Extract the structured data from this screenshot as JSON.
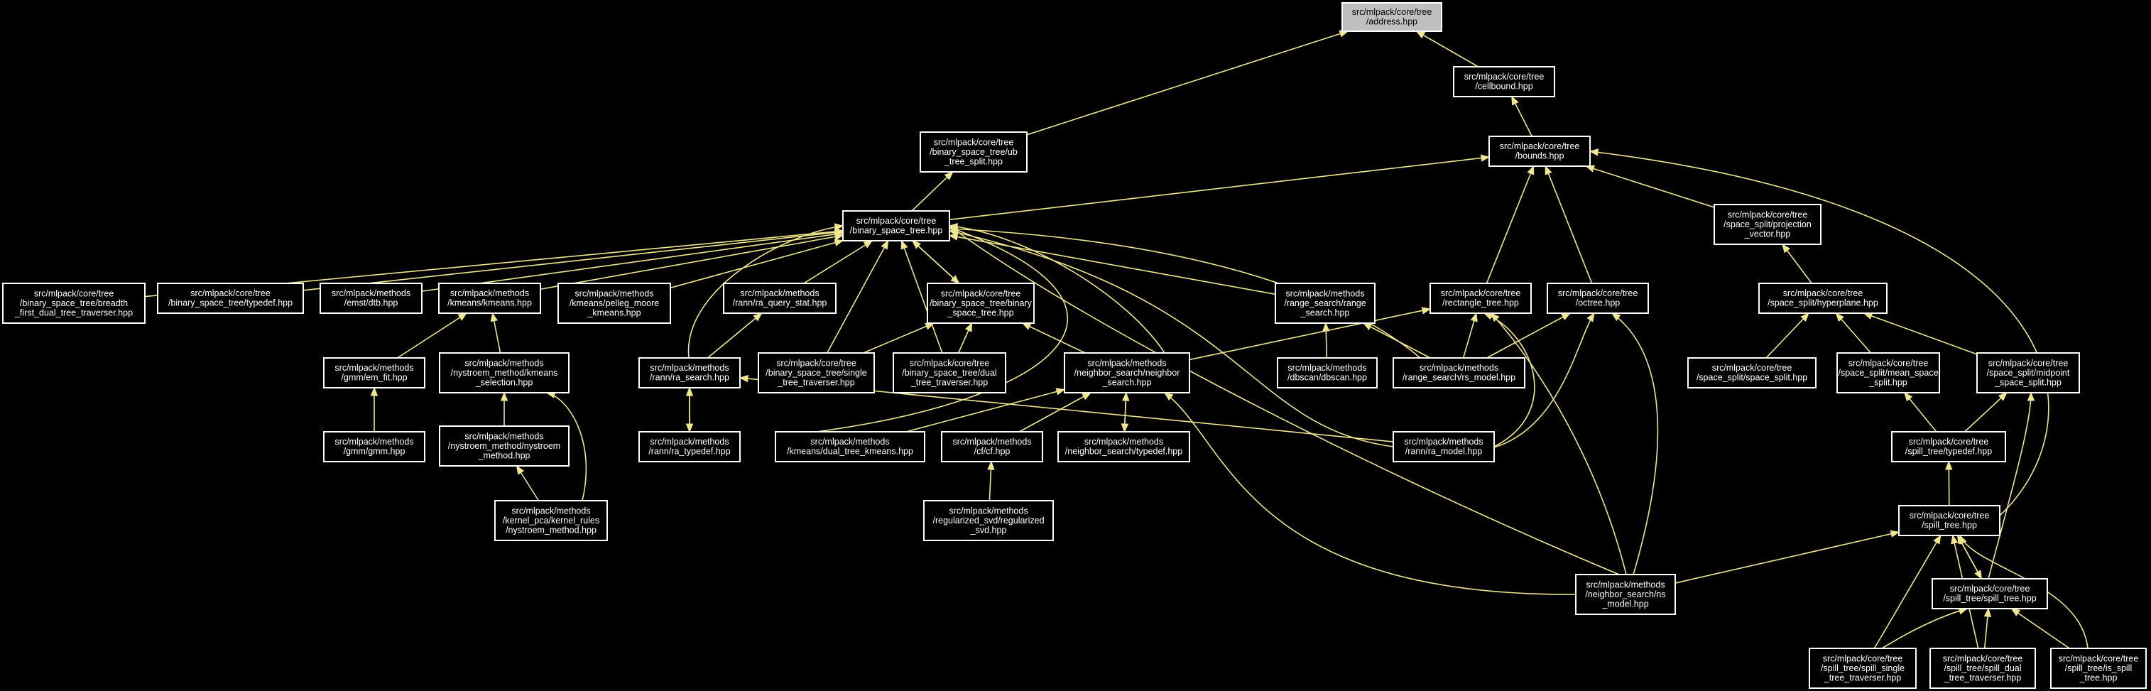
{
  "colors": {
    "background": "#000000",
    "edge": "#f0e68c",
    "node_border": "#ffffff",
    "node_text": "#ffffff",
    "root_fill": "#bfbfbf"
  },
  "nodes": [
    {
      "id": "address",
      "root": true,
      "lines": [
        "src/mlpack/core/tree",
        "/address.hpp"
      ]
    },
    {
      "id": "cellbound",
      "lines": [
        "src/mlpack/core/tree",
        "/cellbound.hpp"
      ]
    },
    {
      "id": "ub_split",
      "lines": [
        "src/mlpack/core/tree",
        "/binary_space_tree/ub",
        "_tree_split.hpp"
      ]
    },
    {
      "id": "bounds",
      "lines": [
        "src/mlpack/core/tree",
        "/bounds.hpp"
      ]
    },
    {
      "id": "bst",
      "lines": [
        "src/mlpack/core/tree",
        "/binary_space_tree.hpp"
      ]
    },
    {
      "id": "projection",
      "lines": [
        "src/mlpack/core/tree",
        "/space_split/projection",
        "_vector.hpp"
      ]
    },
    {
      "id": "breadth",
      "lines": [
        "src/mlpack/core/tree",
        "/binary_space_tree/breadth",
        "_first_dual_tree_traverser.hpp"
      ]
    },
    {
      "id": "bst_typedef",
      "lines": [
        "src/mlpack/core/tree",
        "/binary_space_tree/typedef.hpp"
      ]
    },
    {
      "id": "dtb",
      "lines": [
        "src/mlpack/methods",
        "/emst/dtb.hpp"
      ]
    },
    {
      "id": "kmeans",
      "lines": [
        "src/mlpack/methods",
        "/kmeans/kmeans.hpp"
      ]
    },
    {
      "id": "pelleg",
      "lines": [
        "src/mlpack/methods",
        "/kmeans/pelleg_moore",
        "_kmeans.hpp"
      ]
    },
    {
      "id": "ra_query_stat",
      "lines": [
        "src/mlpack/methods",
        "/rann/ra_query_stat.hpp"
      ]
    },
    {
      "id": "bst_binary",
      "lines": [
        "src/mlpack/core/tree",
        "/binary_space_tree/binary",
        "_space_tree.hpp"
      ]
    },
    {
      "id": "range_search",
      "lines": [
        "src/mlpack/methods",
        "/range_search/range",
        "_search.hpp"
      ]
    },
    {
      "id": "rectangle",
      "lines": [
        "src/mlpack/core/tree",
        "/rectangle_tree.hpp"
      ]
    },
    {
      "id": "octree",
      "lines": [
        "src/mlpack/core/tree",
        "/octree.hpp"
      ]
    },
    {
      "id": "hyperplane",
      "lines": [
        "src/mlpack/core/tree",
        "/space_split/hyperplane.hpp"
      ]
    },
    {
      "id": "em_fit",
      "lines": [
        "src/mlpack/methods",
        "/gmm/em_fit.hpp"
      ]
    },
    {
      "id": "kmeans_sel",
      "lines": [
        "src/mlpack/methods",
        "/nystroem_method/kmeans",
        "_selection.hpp"
      ]
    },
    {
      "id": "ra_search",
      "lines": [
        "src/mlpack/methods",
        "/rann/ra_search.hpp"
      ]
    },
    {
      "id": "single_trav",
      "lines": [
        "src/mlpack/core/tree",
        "/binary_space_tree/single",
        "_tree_traverser.hpp"
      ]
    },
    {
      "id": "dual_trav",
      "lines": [
        "src/mlpack/core/tree",
        "/binary_space_tree/dual",
        "_tree_traverser.hpp"
      ]
    },
    {
      "id": "ns",
      "lines": [
        "src/mlpack/methods",
        "/neighbor_search/neighbor",
        "_search.hpp"
      ]
    },
    {
      "id": "dbscan",
      "lines": [
        "src/mlpack/methods",
        "/dbscan/dbscan.hpp"
      ]
    },
    {
      "id": "rs_model",
      "lines": [
        "src/mlpack/methods",
        "/range_search/rs_model.hpp"
      ]
    },
    {
      "id": "space_split",
      "lines": [
        "src/mlpack/core/tree",
        "/space_split/space_split.hpp"
      ]
    },
    {
      "id": "mean_space",
      "lines": [
        "src/mlpack/core/tree",
        "/space_split/mean_space",
        "_split.hpp"
      ]
    },
    {
      "id": "midpoint",
      "lines": [
        "src/mlpack/core/tree",
        "/space_split/midpoint",
        "_space_split.hpp"
      ]
    },
    {
      "id": "gmm",
      "lines": [
        "src/mlpack/methods",
        "/gmm/gmm.hpp"
      ]
    },
    {
      "id": "nystroem",
      "lines": [
        "src/mlpack/methods",
        "/nystroem_method/nystroem",
        "_method.hpp"
      ]
    },
    {
      "id": "ra_typedef",
      "lines": [
        "src/mlpack/methods",
        "/rann/ra_typedef.hpp"
      ]
    },
    {
      "id": "dual_kmeans",
      "lines": [
        "src/mlpack/methods",
        "/kmeans/dual_tree_kmeans.hpp"
      ]
    },
    {
      "id": "cf",
      "lines": [
        "src/mlpack/methods",
        "/cf/cf.hpp"
      ]
    },
    {
      "id": "ns_typedef",
      "lines": [
        "src/mlpack/methods",
        "/neighbor_search/typedef.hpp"
      ]
    },
    {
      "id": "ra_model",
      "lines": [
        "src/mlpack/methods",
        "/rann/ra_model.hpp"
      ]
    },
    {
      "id": "spill_typedef",
      "lines": [
        "src/mlpack/core/tree",
        "/spill_tree/typedef.hpp"
      ]
    },
    {
      "id": "kernel_pca",
      "lines": [
        "src/mlpack/methods",
        "/kernel_pca/kernel_rules",
        "/nystroem_method.hpp"
      ]
    },
    {
      "id": "reg_svd",
      "lines": [
        "src/mlpack/methods",
        "/regularized_svd/regularized",
        "_svd.hpp"
      ]
    },
    {
      "id": "spill_tree",
      "lines": [
        "src/mlpack/core/tree",
        "/spill_tree.hpp"
      ]
    },
    {
      "id": "ns_model",
      "lines": [
        "src/mlpack/methods",
        "/neighbor_search/ns",
        "_model.hpp"
      ]
    },
    {
      "id": "spill_spill",
      "lines": [
        "src/mlpack/core/tree",
        "/spill_tree/spill_tree.hpp"
      ]
    },
    {
      "id": "spill_single",
      "lines": [
        "src/mlpack/core/tree",
        "/spill_tree/spill_single",
        "_tree_traverser.hpp"
      ]
    },
    {
      "id": "spill_dual",
      "lines": [
        "src/mlpack/core/tree",
        "/spill_tree/spill_dual",
        "_tree_traverser.hpp"
      ]
    },
    {
      "id": "is_spill",
      "lines": [
        "src/mlpack/core/tree",
        "/spill_tree/is_spill",
        "_tree.hpp"
      ]
    }
  ],
  "edges": [
    [
      "cellbound",
      "address"
    ],
    [
      "ub_split",
      "address"
    ],
    [
      "bounds",
      "cellbound"
    ],
    [
      "bst",
      "ub_split"
    ],
    [
      "bst",
      "bounds"
    ],
    [
      "projection",
      "bounds"
    ],
    [
      "rectangle",
      "bounds"
    ],
    [
      "octree",
      "bounds"
    ],
    [
      "spill_tree",
      "bounds"
    ],
    [
      "breadth",
      "bst"
    ],
    [
      "bst_typedef",
      "bst"
    ],
    [
      "dtb",
      "bst"
    ],
    [
      "kmeans",
      "bst"
    ],
    [
      "pelleg",
      "bst"
    ],
    [
      "ra_query_stat",
      "bst"
    ],
    [
      "bst_binary",
      "bst"
    ],
    [
      "range_search",
      "bst"
    ],
    [
      "ra_search",
      "bst"
    ],
    [
      "single_trav",
      "bst"
    ],
    [
      "dual_trav",
      "bst"
    ],
    [
      "ns",
      "bst"
    ],
    [
      "rs_model",
      "bst"
    ],
    [
      "dual_kmeans",
      "bst"
    ],
    [
      "ra_model",
      "bst"
    ],
    [
      "ns_model",
      "bst"
    ],
    [
      "bst",
      "bst_binary"
    ],
    [
      "single_trav",
      "bst_binary"
    ],
    [
      "dual_trav",
      "bst_binary"
    ],
    [
      "ns",
      "bst_binary"
    ],
    [
      "hyperplane",
      "projection"
    ],
    [
      "space_split",
      "hyperplane"
    ],
    [
      "mean_space",
      "hyperplane"
    ],
    [
      "midpoint",
      "hyperplane"
    ],
    [
      "em_fit",
      "kmeans"
    ],
    [
      "kmeans_sel",
      "kmeans"
    ],
    [
      "gmm",
      "em_fit"
    ],
    [
      "nystroem",
      "kmeans_sel"
    ],
    [
      "kernel_pca",
      "kmeans_sel"
    ],
    [
      "kernel_pca",
      "nystroem"
    ],
    [
      "ra_search",
      "ra_query_stat"
    ],
    [
      "ra_typedef",
      "ra_search"
    ],
    [
      "ra_search",
      "ra_typedef"
    ],
    [
      "ra_model",
      "ra_search"
    ],
    [
      "dbscan",
      "range_search"
    ],
    [
      "rs_model",
      "range_search"
    ],
    [
      "ns",
      "rectangle"
    ],
    [
      "rs_model",
      "rectangle"
    ],
    [
      "ra_model",
      "rectangle"
    ],
    [
      "ns_model",
      "rectangle"
    ],
    [
      "rs_model",
      "octree"
    ],
    [
      "ra_model",
      "octree"
    ],
    [
      "ns_model",
      "octree"
    ],
    [
      "dual_kmeans",
      "ns"
    ],
    [
      "cf",
      "ns"
    ],
    [
      "ns_typedef",
      "ns"
    ],
    [
      "ns",
      "ns_typedef"
    ],
    [
      "ns_model",
      "ns"
    ],
    [
      "reg_svd",
      "cf"
    ],
    [
      "spill_typedef",
      "mean_space"
    ],
    [
      "spill_typedef",
      "midpoint"
    ],
    [
      "spill_tree",
      "spill_typedef"
    ],
    [
      "spill_spill",
      "midpoint"
    ],
    [
      "ns_model",
      "spill_tree"
    ],
    [
      "spill_spill",
      "spill_tree"
    ],
    [
      "spill_tree",
      "spill_spill"
    ],
    [
      "spill_single",
      "spill_tree"
    ],
    [
      "spill_dual",
      "spill_tree"
    ],
    [
      "is_spill",
      "spill_tree"
    ],
    [
      "spill_single",
      "spill_spill"
    ],
    [
      "spill_dual",
      "spill_spill"
    ],
    [
      "is_spill",
      "spill_spill"
    ]
  ]
}
